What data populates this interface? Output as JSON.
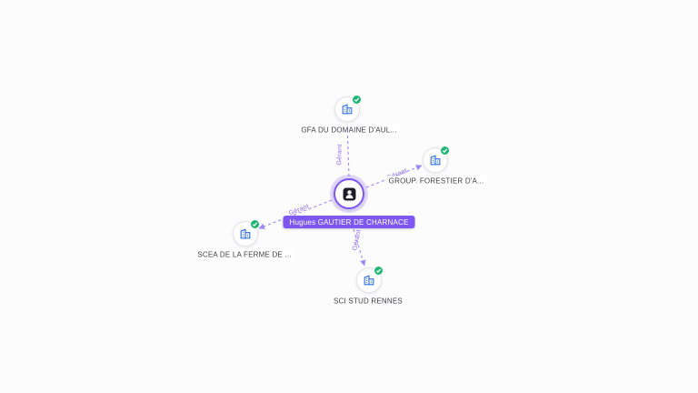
{
  "graph": {
    "center_node": {
      "label": "Hugues GAUTIER DE CHARNACE",
      "type": "person"
    },
    "companies": [
      {
        "label": "GFA DU DOMAINE D'AUL..."
      },
      {
        "label": "GROUP. FORESTIER D'A..."
      },
      {
        "label": "SCEA DE LA FERME DE ..."
      },
      {
        "label": "SCI STUD RENNES"
      }
    ],
    "edges": [
      {
        "label": "Gérant"
      },
      {
        "label": "Gérant"
      },
      {
        "label": "Gérant"
      },
      {
        "label": "Gérant"
      }
    ]
  },
  "colors": {
    "accent_purple": "#7e57f0",
    "edge_purple": "#9d87f5",
    "check_green": "#21b573",
    "building_blue": "#2f6fed",
    "background": "#fcfcfd"
  }
}
